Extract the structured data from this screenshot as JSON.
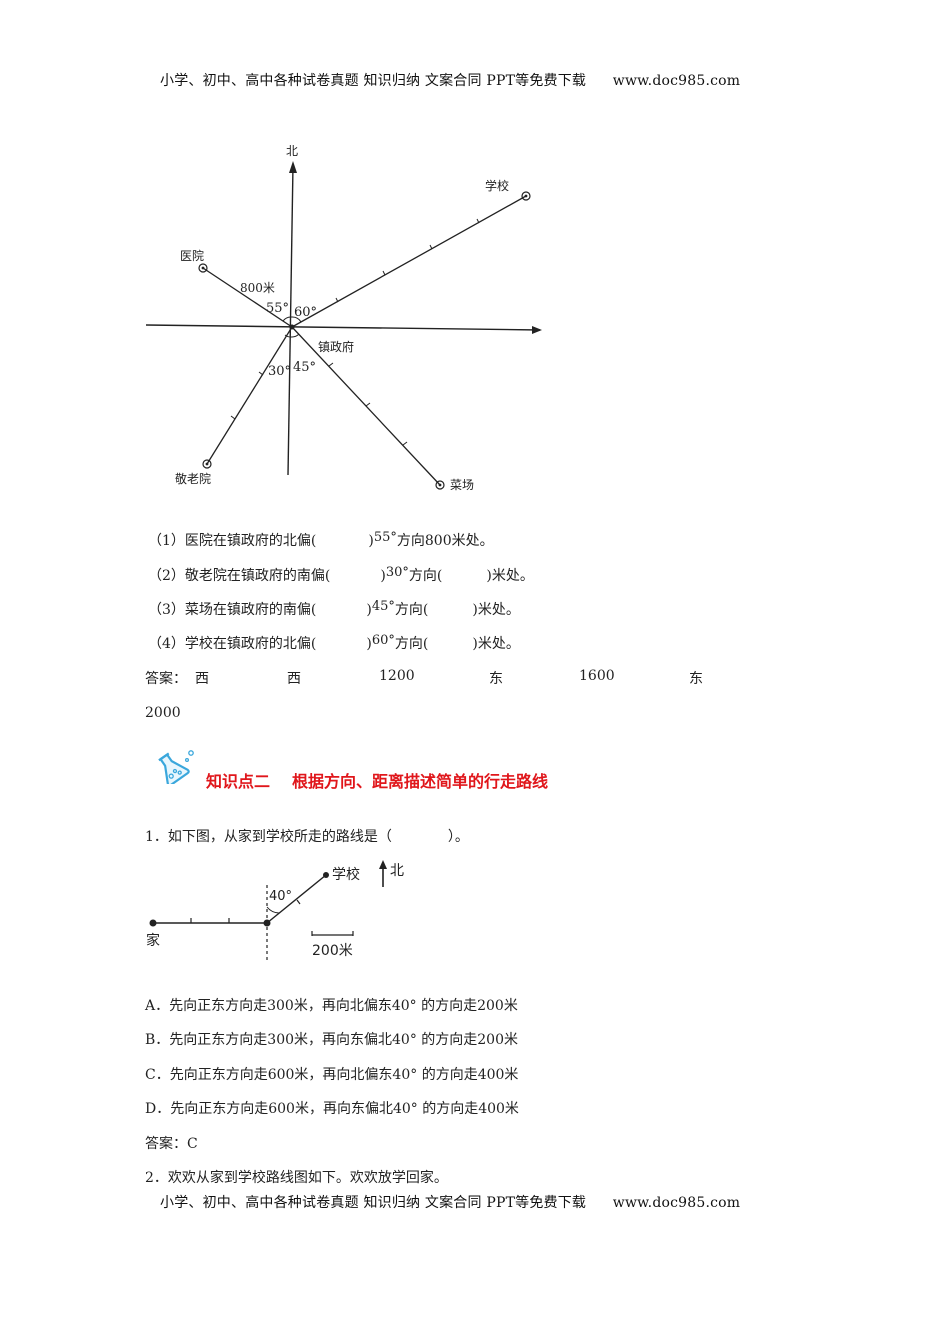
{
  "header": {
    "text": "小学、初中、高中各种试卷真题 知识归纳 文案合同 PPT等免费下载",
    "url": "www.doc985.com"
  },
  "footer": {
    "text": "小学、初中、高中各种试卷真题 知识归纳 文案合同 PPT等免费下载",
    "url": "www.doc985.com"
  },
  "diagram1": {
    "north_label": "北",
    "center_label": "镇政府",
    "hospital_label": "医院",
    "hospital_distance": "800米",
    "school_label": "学校",
    "nursing_home_label": "敬老院",
    "market_label": "菜场",
    "angle_hospital": "55°",
    "angle_school": "60°",
    "angle_nursing": "30°",
    "angle_market": "45°"
  },
  "questions": [
    {
      "pre": "（1）医院在镇政府的北偏(",
      "mid": ")",
      "deg": "55°",
      "post": "方向800米处。"
    },
    {
      "pre": "（2）敬老院在镇政府的南偏(",
      "mid": ")",
      "deg": "30°",
      "post": "方向(",
      "post2": ")米处。"
    },
    {
      "pre": "（3）菜场在镇政府的南偏(",
      "mid": ")",
      "deg": "45°",
      "post": "方向(",
      "post2": ")米处。"
    },
    {
      "pre": "（4）学校在镇政府的北偏(",
      "mid": ")",
      "deg": "60°",
      "post": "方向(",
      "post2": ")米处。"
    }
  ],
  "answer1": {
    "label": "答案：",
    "values": [
      "西",
      "西",
      "1200",
      "东",
      "1600",
      "东"
    ],
    "continuation": "2000"
  },
  "knowledge_point": {
    "number": "知识点二",
    "title": "根据方向、距离描述简单的行走路线"
  },
  "problem1": {
    "stem": "1．如下图，从家到学校所走的路线是（",
    "stem_end": "）。",
    "diagram": {
      "home_label": "家",
      "school_label": "学校",
      "north_label": "北",
      "angle_label": "40°",
      "scale_label": "200米"
    },
    "options": [
      "A．先向正东方向走300米，再向北偏东40° 的方向走200米",
      "B．先向正东方向走300米，再向东偏北40° 的方向走200米",
      "C．先向正东方向走600米，再向北偏东40° 的方向走400米",
      "D．先向正东方向走600米，再向东偏北40° 的方向走400米"
    ],
    "answer": "答案：C"
  },
  "problem2": {
    "stem": "2．欢欢从家到学校路线图如下。欢欢放学回家。"
  }
}
